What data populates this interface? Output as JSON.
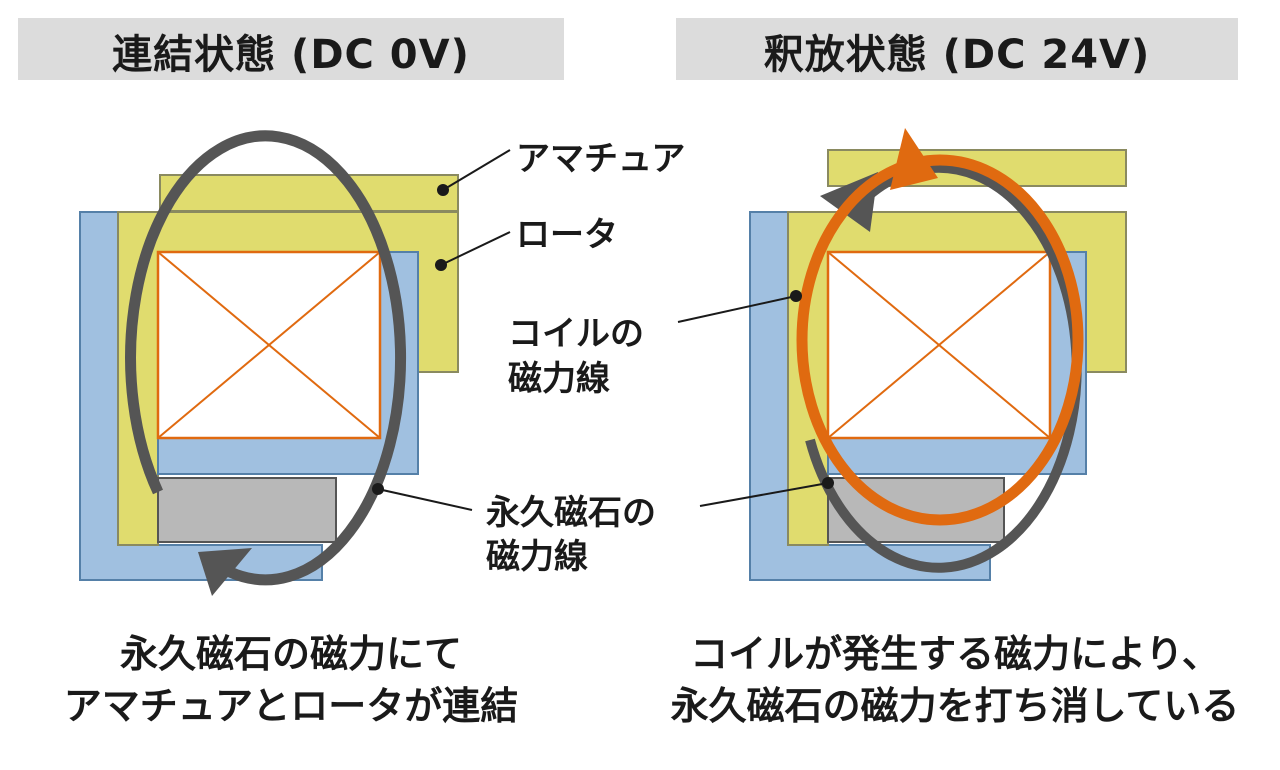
{
  "titles": {
    "left": "連結状態 (DC 0V)",
    "right": "釈放状態 (DC 24V)"
  },
  "labels": {
    "armature": "アマチュア",
    "rotor": "ロータ",
    "coil_flux_line1": "コイルの",
    "coil_flux_line2": "磁力線",
    "magnet_flux_line1": "永久磁石の",
    "magnet_flux_line2": "磁力線"
  },
  "captions": {
    "left_line1": "永久磁石の磁力にて",
    "left_line2": "アマチュアとロータが連結",
    "right_line1": "コイルが発生する磁力により、",
    "right_line2": "永久磁石の磁力を打ち消している"
  },
  "colors": {
    "title_bg": "#dcdcdc",
    "stator_blue": "#a0c0e0",
    "rotor_yellow": "#e0dc6e",
    "magnet_gray": "#b8b8b8",
    "coil_orange": "#e06a10",
    "magnet_flux_gray": "#555555",
    "coil_flux_orange": "#e06a10"
  },
  "icons": {
    "coil": "crossed-box-coil-symbol",
    "flux_arrow": "arrowhead"
  }
}
